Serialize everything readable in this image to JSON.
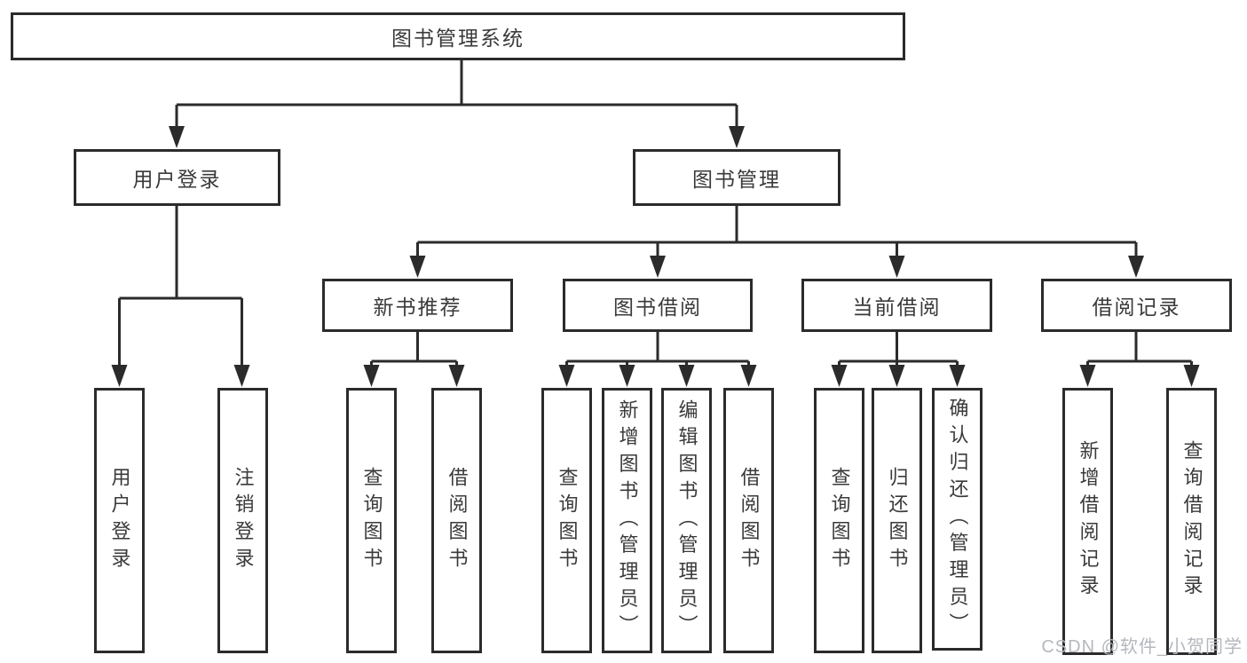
{
  "diagram": {
    "root": {
      "label": "图书管理系统"
    },
    "branches": [
      {
        "label": "用户登录",
        "children": [
          {
            "label": "用户登录"
          },
          {
            "label": "注销登录"
          }
        ]
      },
      {
        "label": "图书管理",
        "children": [
          {
            "label": "新书推荐",
            "children": [
              {
                "label": "查询图书"
              },
              {
                "label": "借阅图书"
              }
            ]
          },
          {
            "label": "图书借阅",
            "children": [
              {
                "label": "查询图书"
              },
              {
                "label": "新增图书（管理员）"
              },
              {
                "label": "编辑图书（管理员）"
              },
              {
                "label": "借阅图书"
              }
            ]
          },
          {
            "label": "当前借阅",
            "children": [
              {
                "label": "查询图书"
              },
              {
                "label": "归还图书"
              },
              {
                "label": "确认归还（管理员）"
              }
            ]
          },
          {
            "label": "借阅记录",
            "children": [
              {
                "label": "新增借阅记录"
              },
              {
                "label": "查询借阅记录"
              }
            ]
          }
        ]
      }
    ]
  },
  "watermark": {
    "text": "CSDN @软件_小贺同学"
  },
  "colors": {
    "line": "#2b2b2b",
    "text": "#3a3a3a",
    "background": "#ffffff",
    "watermark": "#b4b8bd"
  }
}
